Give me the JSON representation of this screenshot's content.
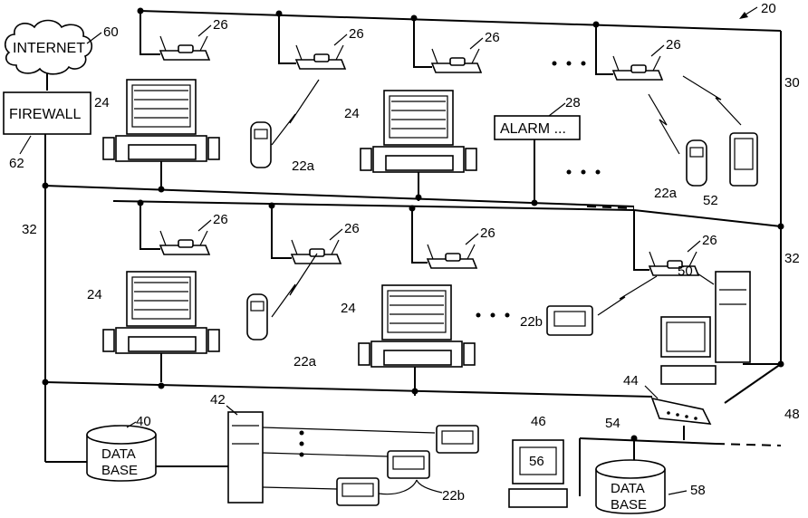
{
  "figure_number": "20",
  "labels": {
    "internet": "INTERNET",
    "firewall": "FIREWALL",
    "alarm": "ALARM ...",
    "database": "DATA BASE",
    "display_56": "56"
  },
  "refs": {
    "access_point": "26",
    "monitor": "24",
    "telemetry": "22a",
    "telemetry_b": "22b",
    "alarm": "28",
    "network_right": "30",
    "network_side": "32",
    "internet": "60",
    "firewall": "62",
    "database_40": "40",
    "server_42": "42",
    "hub_44": "44",
    "link_46": "46",
    "network_48": "48",
    "server_50": "50",
    "pda_52": "52",
    "link_54": "54",
    "database_58": "58"
  }
}
